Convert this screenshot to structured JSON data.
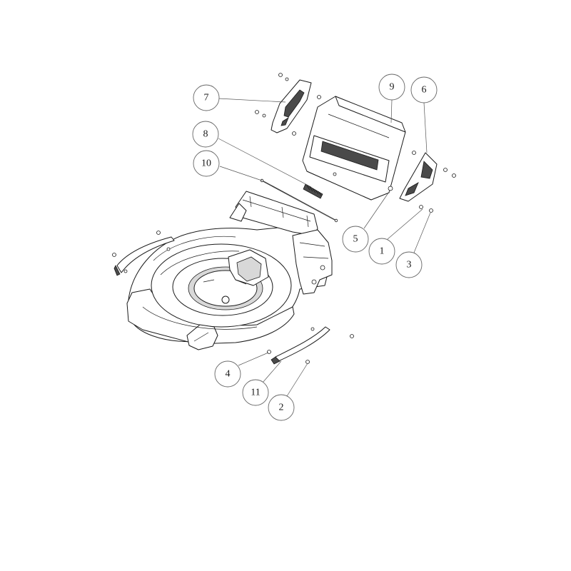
{
  "callouts": [
    {
      "id": "c7",
      "label": "7"
    },
    {
      "id": "c8",
      "label": "8"
    },
    {
      "id": "c10",
      "label": "10"
    },
    {
      "id": "c9",
      "label": "9"
    },
    {
      "id": "c6",
      "label": "6"
    },
    {
      "id": "c5",
      "label": "5"
    },
    {
      "id": "c1",
      "label": "1"
    },
    {
      "id": "c3",
      "label": "3"
    },
    {
      "id": "c4",
      "label": "4"
    },
    {
      "id": "c11",
      "label": "11"
    },
    {
      "id": "c2",
      "label": "2"
    }
  ]
}
